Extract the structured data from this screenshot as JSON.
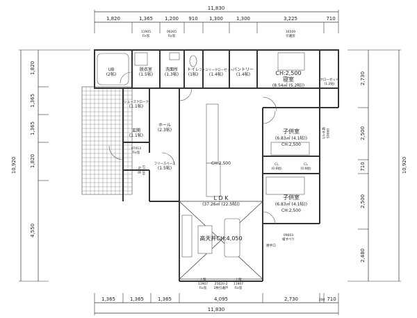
{
  "dimensions": {
    "top_total": "11,830",
    "top_segments": [
      "1,820",
      "1,365",
      "1,200",
      "910",
      "1,300",
      "1,300",
      "3,225",
      "710"
    ],
    "bottom_total": "11,830",
    "bottom_segments": [
      "1,365",
      "1,365",
      "1,365",
      "4,095",
      "2,730",
      "200",
      "710"
    ],
    "left_total": "10,920",
    "left_segments": [
      "1,820",
      "1,365",
      "1,365",
      "1,820",
      "4,550"
    ],
    "right_total": "10,920",
    "right_segments": [
      "2,730",
      "2,500",
      "710",
      "2,500",
      "2,480"
    ]
  },
  "windows": {
    "w1": [
      "11905",
      "Fix窓"
    ],
    "w2": [
      "06305",
      "Fix窓"
    ],
    "w3": [
      "16509",
      "引違窓"
    ],
    "w4": [
      "07413",
      "Fix窓"
    ],
    "w5": [
      "07409",
      "Fix窓"
    ],
    "w6": [
      "09005",
      "縦すべり"
    ],
    "w7": [
      "09003",
      "縦すべり"
    ],
    "w8": [
      "上部",
      "11907",
      "Fix窓"
    ],
    "w9": [
      "25620-2",
      "2枚引違戸"
    ],
    "w10": [
      "上部",
      "11907",
      "Fix窓"
    ]
  },
  "rooms": {
    "ub": [
      "UB",
      "(2帖)"
    ],
    "dressing": [
      "脱衣室",
      "(1.5帖)"
    ],
    "washroom": [
      "洗面所",
      "(1.3帖)"
    ],
    "toilet": [
      "トイレ",
      "(1帖)"
    ],
    "family_closet": [
      "ファミリークローゼット",
      "(1.4帖)"
    ],
    "pantry": [
      "パントリー",
      "(1.4帖)"
    ],
    "bedroom": [
      "CH:2,500",
      "寝室",
      "(8.54㎡ (5.2帖))"
    ],
    "closet": [
      "クローゼット",
      "(1.2帖)"
    ],
    "shoes_closet": [
      "シューズクローク",
      "(1.1帖)"
    ],
    "entrance": [
      "玄関",
      "(1.1帖)"
    ],
    "hall": [
      "ホール",
      "(2.3帖)"
    ],
    "free_space": [
      "フリースペース",
      "(1.5帖)"
    ],
    "kids1": [
      "子供室",
      "(6.83㎡ (4.1帖))",
      "CH:2,500"
    ],
    "kids2": [
      "子供室",
      "(6.83㎡ (4.1帖))",
      "CH:2,500"
    ],
    "cl1": [
      "CL",
      "(0.6帖)"
    ],
    "cl2": [
      "CL",
      "(0.6帖)"
    ],
    "ldk": [
      "L D K",
      "(37.26㎡ (22.5帖))"
    ],
    "dining_ch": "CH:2,500",
    "high_ceiling": "高天井CH:4,050",
    "entry_ch": "勝手口"
  }
}
